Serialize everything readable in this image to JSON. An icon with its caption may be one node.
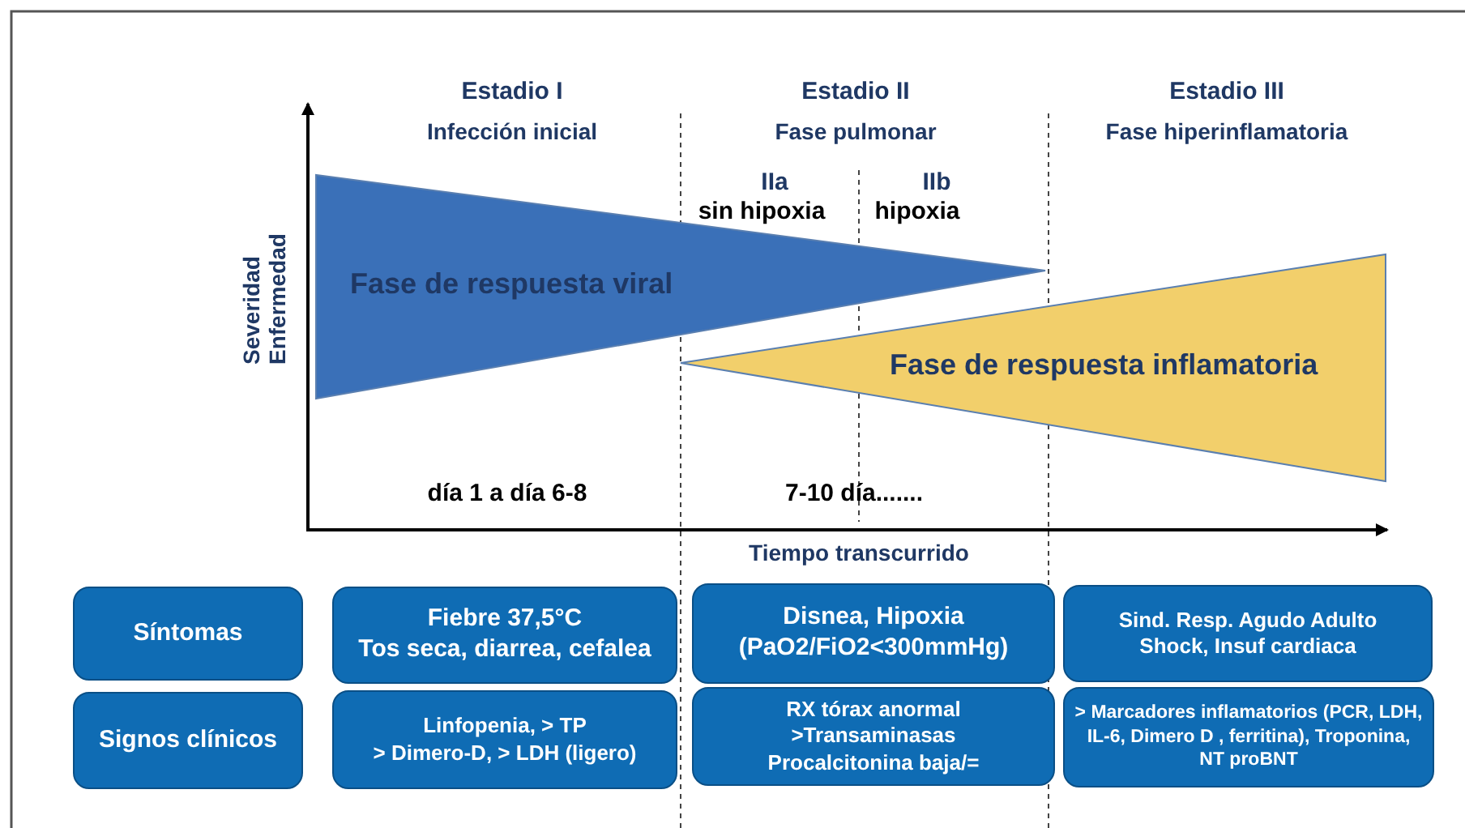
{
  "diagram": {
    "nodes": [
      {
        "text": [
          "Fase de respuesta viral"
        ]
      },
      {
        "text": [
          "Fase de respuesta inflamatoria"
        ]
      },
      {
        "text": [
          "Síntomas"
        ]
      },
      {
        "text": [
          "Fiebre 37,5°C",
          "Tos seca, diarrea, cefalea"
        ]
      },
      {
        "text": [
          "Disnea, Hipoxia",
          "(PaO2/FiO2<300mmHg)"
        ]
      },
      {
        "text": [
          "Sind. Resp. Agudo Adulto",
          "Shock, Insuf cardiaca"
        ]
      },
      {
        "text": [
          "Signos clínicos"
        ]
      },
      {
        "text": [
          "Linfopenia, > TP",
          "> Dimero-D, > LDH (ligero)"
        ]
      },
      {
        "text": [
          "RX tórax anormal",
          ">Transaminasas",
          "Procalcitonina baja/="
        ]
      },
      {
        "text": [
          "> Marcadores inflamatorios (PCR, LDH, IL-6, Dimero D , ferritina), Troponina, NT proBNT"
        ]
      }
    ],
    "labels": [
      "Estadio I",
      "Infección inicial",
      "Estadio II",
      "Fase pulmonar",
      "Estadio III",
      "Fase hiperinflamatoria",
      "IIa",
      "sin hipoxia",
      "IIb",
      "hipoxia",
      "Severidad Enfermedad",
      "día 1 a día 6-8",
      "7-10 día.......",
      "Tiempo transcurrido"
    ]
  }
}
